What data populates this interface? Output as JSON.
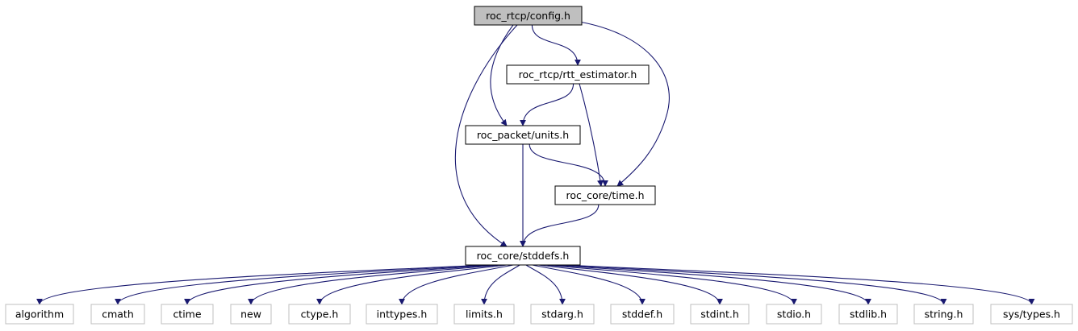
{
  "nodes": [
    {
      "id": "config",
      "label": "roc_rtcp/config.h",
      "kind": "root"
    },
    {
      "id": "rtt",
      "label": "roc_rtcp/rtt_estimator.h",
      "kind": "doc"
    },
    {
      "id": "units",
      "label": "roc_packet/units.h",
      "kind": "doc"
    },
    {
      "id": "time",
      "label": "roc_core/time.h",
      "kind": "doc"
    },
    {
      "id": "stddefs",
      "label": "roc_core/stddefs.h",
      "kind": "doc"
    },
    {
      "id": "algorithm",
      "label": "algorithm",
      "kind": "ext"
    },
    {
      "id": "cmath",
      "label": "cmath",
      "kind": "ext"
    },
    {
      "id": "ctime",
      "label": "ctime",
      "kind": "ext"
    },
    {
      "id": "new",
      "label": "new",
      "kind": "ext"
    },
    {
      "id": "ctype",
      "label": "ctype.h",
      "kind": "ext"
    },
    {
      "id": "inttypes",
      "label": "inttypes.h",
      "kind": "ext"
    },
    {
      "id": "limits",
      "label": "limits.h",
      "kind": "ext"
    },
    {
      "id": "stdarg",
      "label": "stdarg.h",
      "kind": "ext"
    },
    {
      "id": "stddef",
      "label": "stddef.h",
      "kind": "ext"
    },
    {
      "id": "stdint",
      "label": "stdint.h",
      "kind": "ext"
    },
    {
      "id": "stdio",
      "label": "stdio.h",
      "kind": "ext"
    },
    {
      "id": "stdlib",
      "label": "stdlib.h",
      "kind": "ext"
    },
    {
      "id": "string",
      "label": "string.h",
      "kind": "ext"
    },
    {
      "id": "systypes",
      "label": "sys/types.h",
      "kind": "ext"
    }
  ],
  "edges": [
    [
      "config",
      "rtt"
    ],
    [
      "config",
      "units"
    ],
    [
      "config",
      "time"
    ],
    [
      "config",
      "stddefs"
    ],
    [
      "rtt",
      "units"
    ],
    [
      "rtt",
      "time"
    ],
    [
      "units",
      "time"
    ],
    [
      "units",
      "stddefs"
    ],
    [
      "time",
      "stddefs"
    ],
    [
      "stddefs",
      "algorithm"
    ],
    [
      "stddefs",
      "cmath"
    ],
    [
      "stddefs",
      "ctime"
    ],
    [
      "stddefs",
      "new"
    ],
    [
      "stddefs",
      "ctype"
    ],
    [
      "stddefs",
      "inttypes"
    ],
    [
      "stddefs",
      "limits"
    ],
    [
      "stddefs",
      "stdarg"
    ],
    [
      "stddefs",
      "stddef"
    ],
    [
      "stddefs",
      "stdint"
    ],
    [
      "stddefs",
      "stdio"
    ],
    [
      "stddefs",
      "stdlib"
    ],
    [
      "stddefs",
      "string"
    ],
    [
      "stddefs",
      "systypes"
    ]
  ],
  "colors": {
    "edge": "#191970",
    "root_fill": "#bfbfbf",
    "node_border": "#000000",
    "ext_border": "#bfbfbf",
    "node_fill": "#ffffff"
  }
}
